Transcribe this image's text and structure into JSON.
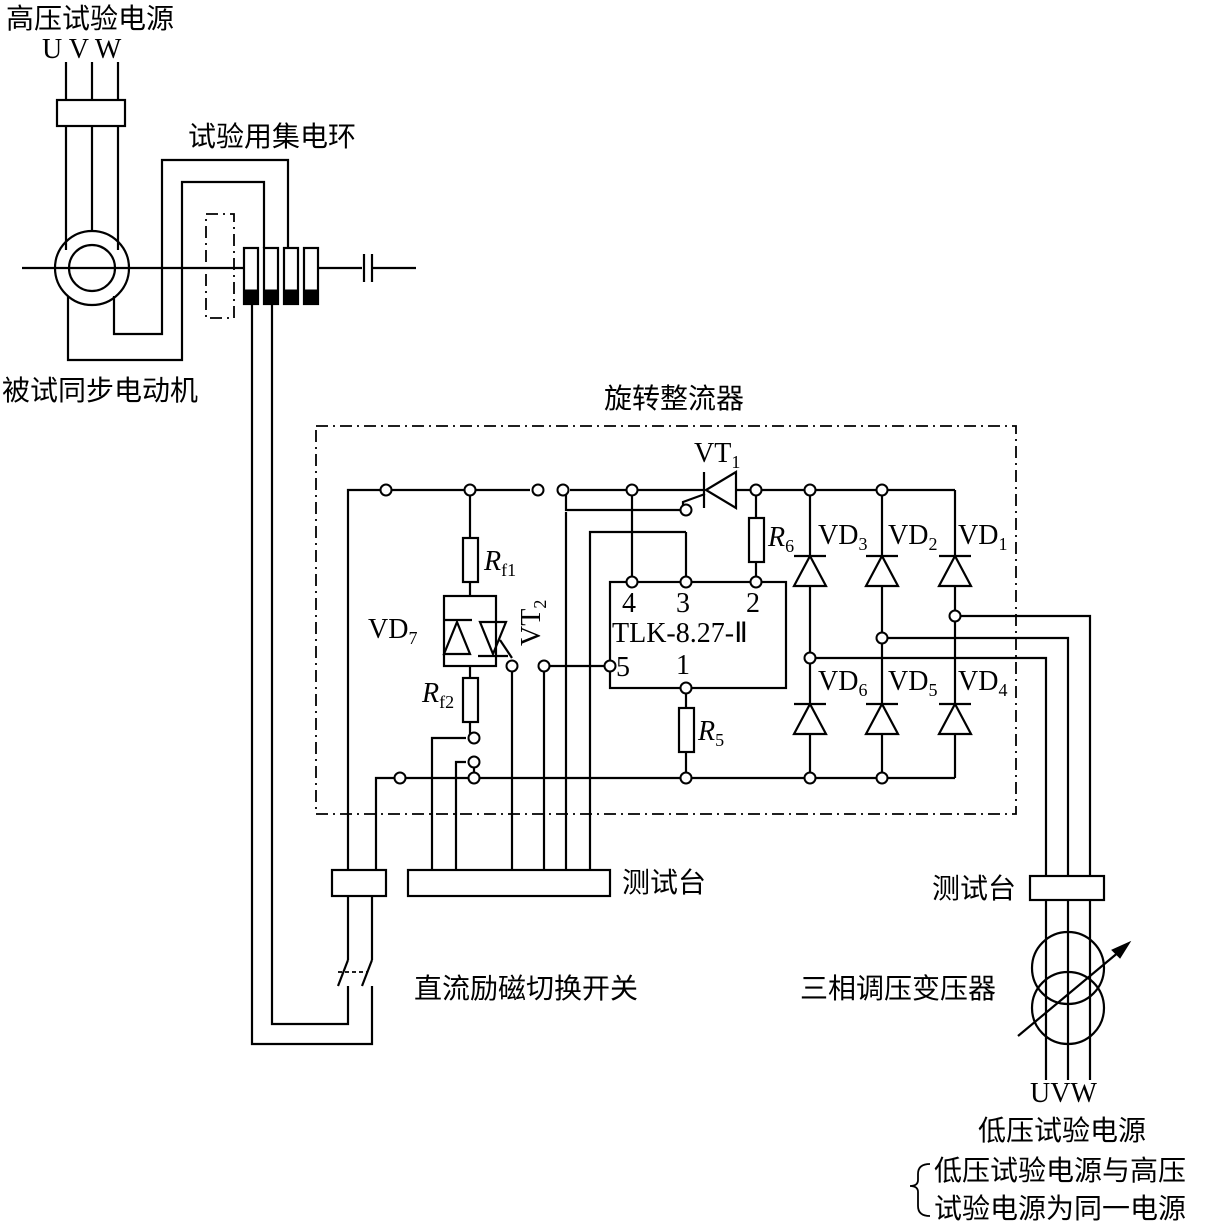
{
  "labels": {
    "hv_source": "高压试验电源",
    "hv_phases": "U V W",
    "slip_ring": "试验用集电环",
    "motor": "被试同步电动机",
    "rectifier": "旋转整流器",
    "test_bench_1": "测试台",
    "test_bench_2": "测试台",
    "dc_switch": "直流励磁切换开关",
    "transformer": "三相调压变压器",
    "lv_phases": "UVW",
    "lv_source": "低压试验电源",
    "note_line1": "低压试验电源与高压",
    "note_line2": "试验电源为同一电源",
    "module": "TLK-8.27-Ⅱ",
    "pin4": "4",
    "pin3": "3",
    "pin2": "2",
    "pin5": "5",
    "pin1": "1"
  },
  "components": {
    "vt1": {
      "base": "VT",
      "sub": "1"
    },
    "vt2": {
      "base": "VT",
      "sub": "2"
    },
    "vd7": {
      "base": "VD",
      "sub": "7"
    },
    "vd3": {
      "base": "VD",
      "sub": "3"
    },
    "vd2": {
      "base": "VD",
      "sub": "2"
    },
    "vd1": {
      "base": "VD",
      "sub": "1"
    },
    "vd6": {
      "base": "VD",
      "sub": "6"
    },
    "vd5": {
      "base": "VD",
      "sub": "5"
    },
    "vd4": {
      "base": "VD",
      "sub": "4"
    },
    "rf1": {
      "base": "R",
      "sub": "f1"
    },
    "rf2": {
      "base": "R",
      "sub": "f2"
    },
    "r6": {
      "base": "R",
      "sub": "6"
    },
    "r5": {
      "base": "R",
      "sub": "5"
    }
  }
}
